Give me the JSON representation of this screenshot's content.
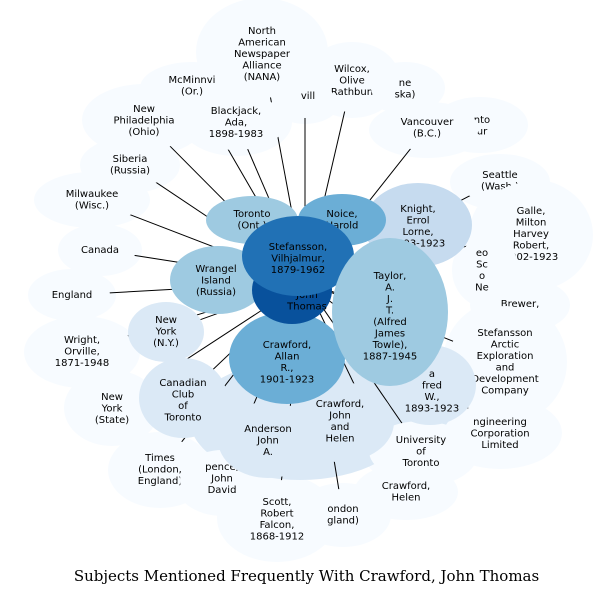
{
  "title": "Subjects Mentioned Frequently With Crawford, John Thomas",
  "center": {
    "id": "crawford_jt",
    "label": [
      "John",
      "Thomas"
    ]
  },
  "colors": {
    "very_light": "#f7fbff",
    "light": "#dbe9f6",
    "pale": "#c6dbef",
    "mid": "#9ecae1",
    "blue": "#6baed6",
    "strong": "#4292c6",
    "darker": "#2171b5",
    "darkest": "#08519c",
    "edge": "#000000"
  },
  "nodes": [
    {
      "id": "nana",
      "label": [
        "North",
        "American",
        "Newspaper",
        "Alliance",
        "(NANA)"
      ],
      "level": "very_light"
    },
    {
      "id": "wilcox",
      "label": [
        "Wilcox,",
        "Olive",
        "Rathbun"
      ],
      "level": "very_light"
    },
    {
      "id": "mcminnville",
      "label": [
        "McMinnvi",
        "(Or.)"
      ],
      "level": "very_light"
    },
    {
      "id": "alaska",
      "label": [
        "ne",
        "ska)"
      ],
      "level": "very_light"
    },
    {
      "id": "toronto_partial",
      "label": [
        "nto",
        "ur"
      ],
      "level": "very_light"
    },
    {
      "id": "new_philadelphia",
      "label": [
        "New",
        "Philadelphia",
        "(Ohio)"
      ],
      "level": "very_light"
    },
    {
      "id": "blackjack",
      "label": [
        "Blackjack,",
        "Ada,",
        "1898-1983"
      ],
      "level": "very_light"
    },
    {
      "id": "vancouver",
      "label": [
        "Vancouver",
        "(B.C.)"
      ],
      "level": "very_light"
    },
    {
      "id": "siberia",
      "label": [
        "Siberia",
        "(Russia)"
      ],
      "level": "very_light"
    },
    {
      "id": "seattle",
      "label": [
        "Seattle",
        "(Wash.)"
      ],
      "level": "very_light"
    },
    {
      "id": "milwaukee",
      "label": [
        "Milwaukee",
        "(Wisc.)"
      ],
      "level": "very_light"
    },
    {
      "id": "galle",
      "label": [
        "Galle,",
        "Milton",
        "Harvey",
        "Robert,",
        "1902-1923"
      ],
      "level": "very_light"
    },
    {
      "id": "canada",
      "label": [
        "Canada"
      ],
      "level": "very_light"
    },
    {
      "id": "scott_partial",
      "label": [
        "eo",
        "Sc",
        "o",
        "Ne"
      ],
      "level": "very_light"
    },
    {
      "id": "england",
      "label": [
        "England"
      ],
      "level": "very_light"
    },
    {
      "id": "brewer",
      "label": [
        "Brewer,"
      ],
      "level": "very_light"
    },
    {
      "id": "wright",
      "label": [
        "Wright,",
        "Orville,",
        "1871-1948"
      ],
      "level": "very_light"
    },
    {
      "id": "stefansson_co",
      "label": [
        "Stefansson",
        "Arctic",
        "Exploration",
        "and",
        "Development",
        "Company"
      ],
      "level": "very_light"
    },
    {
      "id": "new_york_state",
      "label": [
        "New",
        "York",
        "(State)"
      ],
      "level": "very_light"
    },
    {
      "id": "engineering",
      "label": [
        "ngineering",
        "Corporation",
        "Limited"
      ],
      "level": "very_light"
    },
    {
      "id": "times",
      "label": [
        "Times",
        "(London,",
        "England)"
      ],
      "level": "very_light"
    },
    {
      "id": "spence",
      "label": [
        "pence,",
        "John",
        "David"
      ],
      "level": "very_light"
    },
    {
      "id": "scott_robert",
      "label": [
        "Scott,",
        "Robert",
        "Falcon,",
        "1868-1912"
      ],
      "level": "very_light"
    },
    {
      "id": "london",
      "label": [
        "ondon",
        "gland)"
      ],
      "level": "very_light"
    },
    {
      "id": "crawford_helen_small",
      "label": [
        "Crawford,",
        "Helen"
      ],
      "level": "very_light"
    },
    {
      "id": "university_toronto",
      "label": [
        "University",
        "of",
        "Toronto"
      ],
      "level": "very_light"
    },
    {
      "id": "crawford_john_helen",
      "label": [
        "Crawford,",
        "John",
        "and",
        "Helen"
      ],
      "level": "light"
    },
    {
      "id": "anderson",
      "label": [
        "Anderson",
        "John",
        "A."
      ],
      "level": "light"
    },
    {
      "id": "canadian_club",
      "label": [
        "Canadian",
        "Club",
        "of",
        "Toronto"
      ],
      "level": "light"
    },
    {
      "id": "maurer_partial",
      "label": [
        "a",
        "fred",
        "W.,",
        "1893-1923"
      ],
      "level": "light"
    },
    {
      "id": "new_york_ny",
      "label": [
        "New",
        "York",
        "(N.Y.)"
      ],
      "level": "light"
    },
    {
      "id": "knight",
      "label": [
        "Knight,",
        "Errol",
        "Lorne,",
        "1893-1923"
      ],
      "level": "pale"
    },
    {
      "id": "wrangel",
      "label": [
        "Wrangel",
        "Island",
        "(Russia)"
      ],
      "level": "mid"
    },
    {
      "id": "toronto_ont",
      "label": [
        "Toronto",
        "(Ont.)"
      ],
      "level": "mid"
    },
    {
      "id": "taylor",
      "label": [
        "Taylor,",
        "A.",
        "J.",
        "T.",
        "(Alfred",
        "James",
        "Towle),",
        "1887-1945"
      ],
      "level": "mid"
    },
    {
      "id": "crawford_allan",
      "label": [
        "Crawford,",
        "Allan",
        "R.,",
        "1901-1923"
      ],
      "level": "blue"
    },
    {
      "id": "noice",
      "label": [
        "Noice,",
        "Harold"
      ],
      "level": "blue"
    },
    {
      "id": "stefansson",
      "label": [
        "Stefansson,",
        "Vilhjalmur,",
        "1879-1962"
      ],
      "level": "darker"
    },
    {
      "id": "hidden_wilkins",
      "label": [
        "vill"
      ],
      "level": "very_light"
    }
  ]
}
